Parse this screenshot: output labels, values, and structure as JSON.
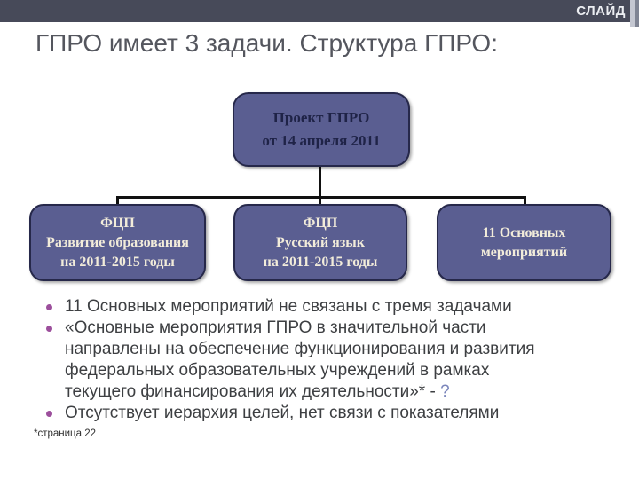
{
  "header": {
    "label": "СЛАЙД"
  },
  "title": "ГПРО имеет 3 задачи. Структура ГПРО:",
  "diagram": {
    "root": {
      "lines": [
        "Проект ГПРО",
        "от 14 апреля 2011"
      ]
    },
    "children": [
      {
        "lines": [
          "ФЦП",
          "Развитие образования",
          "на 2011-2015 годы"
        ]
      },
      {
        "lines": [
          "ФЦП",
          "Русский язык",
          "на 2011-2015 годы"
        ]
      },
      {
        "lines": [
          "11 Основных",
          "мероприятий"
        ]
      }
    ]
  },
  "bullets": [
    {
      "text": "11 Основных мероприятий не связаны с тремя задачами",
      "suffix": ""
    },
    {
      "text": "«Основные мероприятия ГПРО в значительной части направлены на обеспечение функционирования и развития федеральных образовательных учреждений в рамках текущего финансирования их деятельности»*  - ",
      "suffix": "?"
    },
    {
      "text": "Отсутствует иерархия целей, нет связи с показателями",
      "suffix": ""
    }
  ],
  "footnote": "*страница 22",
  "colors": {
    "topbar": "#474a59",
    "box_fill": "#5a5e91",
    "box_border": "#26284a",
    "root_box_text": "#1f2347",
    "child_box_text": "#f2ecda",
    "title_text": "#54565e",
    "bullet_dot": "#9c4f9c",
    "question_mark": "#7b86bb",
    "connector": "#111111"
  }
}
